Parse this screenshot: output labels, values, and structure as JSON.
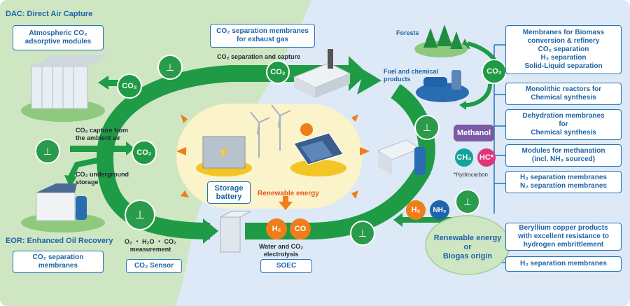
{
  "left": {
    "title": "DAC: Direct Air Capture",
    "box_atmospheric": [
      "Atmospheric CO₂",
      "adsorptive modules"
    ],
    "capture_label": [
      "CO₂ capture from",
      "the ambient air"
    ],
    "underground_label": [
      "CO₂ underground",
      "storage"
    ],
    "eor_title": "EOR: Enhanced Oil Recovery",
    "box_eor": [
      "CO₂ separation",
      "membranes"
    ],
    "measure_label": [
      "O₂ ・ H₂O ・ CO₂",
      "measurement"
    ],
    "box_sensor": "CO₂ Sensor"
  },
  "top": {
    "box_exhaust": [
      "CO₂ separation membranes",
      "for exhaust gas"
    ],
    "capture_label": "CO₂ separation and capture"
  },
  "center": {
    "storage_battery": [
      "Storage",
      "battery"
    ],
    "renewable_label": "Renewable energy",
    "electrolysis_label": [
      "Water and CO₂",
      "electrolysis"
    ],
    "box_soec": "SOEC"
  },
  "right": {
    "forests_label": "Forests",
    "fuel_label": [
      "Fuel and chemical",
      "products"
    ],
    "methanol": "Methanol",
    "ch4": "CH₄",
    "hc": "HC*",
    "hydrocarbon_note": "*Hydrocarbon",
    "origin_label": [
      "Renewable energy",
      "or",
      "Biogas origin"
    ],
    "boxes": [
      [
        "Membranes for Biomass",
        "conversion & refinery",
        "CO₂ separation",
        "H₂ separation",
        "Solid-Liquid separation"
      ],
      [
        "Monolithic reactors for",
        "Chemical synthesis"
      ],
      [
        "Dehydration membranes",
        "for",
        "Chemical synthesis"
      ],
      [
        "Modules for methanation",
        "(incl. NH₃ sourced)"
      ],
      [
        "H₂ separation membranes",
        "N₂ separation membranes"
      ],
      [
        "Beryllium copper products",
        "with excellent resistance to",
        "hydrogen embrittlement"
      ],
      [
        "H₂ separation membranes"
      ]
    ]
  },
  "badges": {
    "co2": "CO₂",
    "h2": "H₂",
    "co": "CO",
    "nh3": "NH₃"
  },
  "colors": {
    "left_bg": "#cfe6c3",
    "right_bg": "#dde9f6",
    "loop_green": "#1f9a45",
    "accent_blue": "#1e64a8",
    "orange": "#ef7d1a"
  }
}
